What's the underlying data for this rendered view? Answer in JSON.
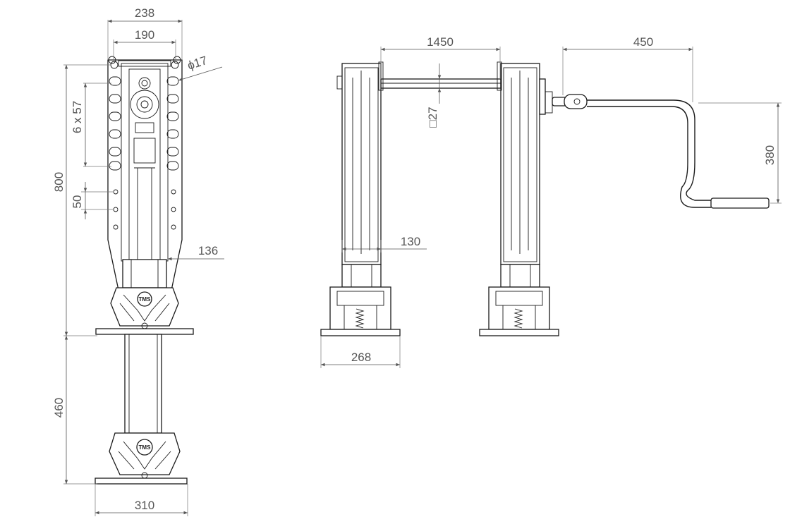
{
  "dimensions": {
    "overall_plate_width": "238",
    "hole_spacing_width": "190",
    "hole_diameter": "ϕ17",
    "hole_pitch": "6 x 57",
    "height_retracted": "800",
    "lower_hole_pitch": "50",
    "tube_width": "136",
    "stroke": "460",
    "foot_width": "310",
    "cross_shaft_length": "1450",
    "shaft_square": "□27",
    "leg_width": "130",
    "side_foot_width": "268",
    "crank_length": "450",
    "crank_height": "380"
  },
  "logo_text": "TMS",
  "colors": {
    "line": "#1a1a1a",
    "dimension": "#555555"
  }
}
